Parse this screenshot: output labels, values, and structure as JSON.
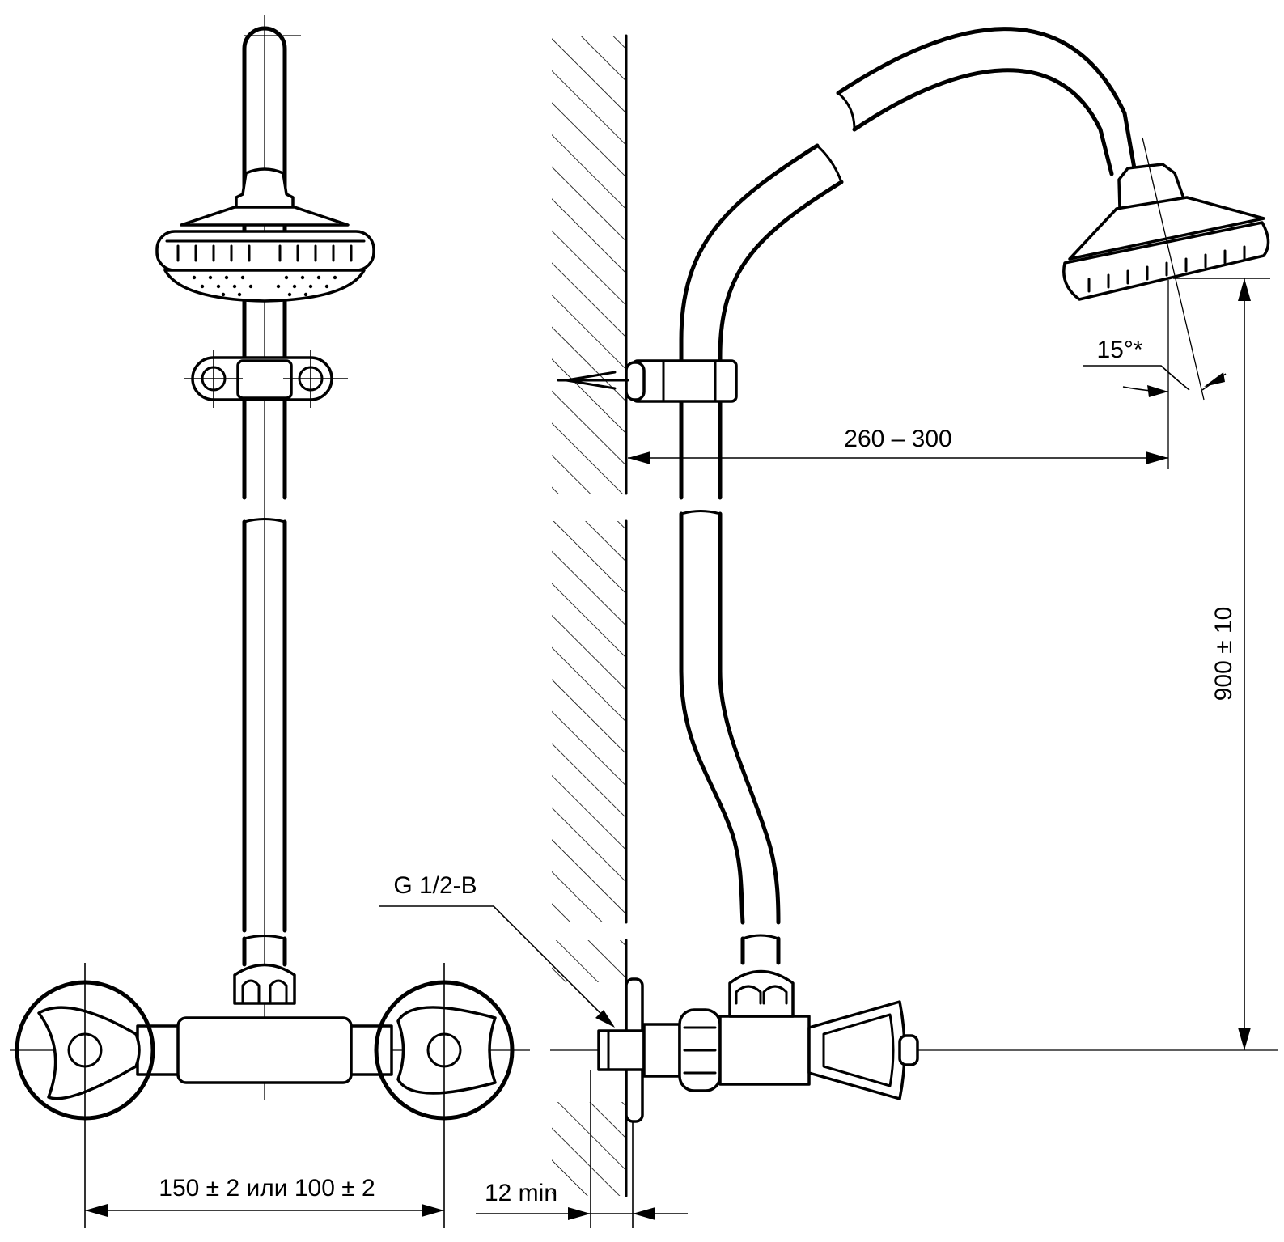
{
  "dimensions": {
    "pitch": "150 ± 2 или 100 ± 2",
    "wall_clearance": "12 min",
    "thread": "G 1/2-B",
    "reach": "260 – 300",
    "height": "900 ± 10",
    "angle": "15°*"
  }
}
